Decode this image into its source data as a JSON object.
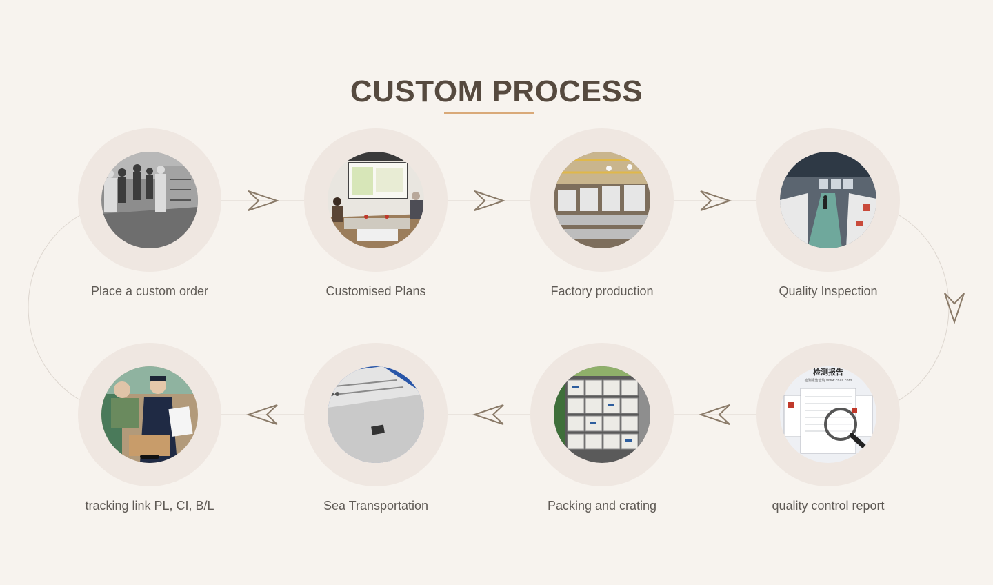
{
  "title": "CUSTOM PROCESS",
  "steps": [
    {
      "label": "Place a custom order",
      "icon": "crowd-photo-icon"
    },
    {
      "label": "Customised Plans",
      "icon": "meeting-room-photo-icon"
    },
    {
      "label": "Factory production",
      "icon": "factory-floor-photo-icon"
    },
    {
      "label": "Quality Inspection",
      "icon": "inspection-line-photo-icon"
    },
    {
      "label": "quality control report",
      "icon": "report-magnifier-photo-icon"
    },
    {
      "label": "Packing and crating",
      "icon": "stacked-boxes-photo-icon"
    },
    {
      "label": "Sea Transportation",
      "icon": "cruise-ship-photo-icon"
    },
    {
      "label": "tracking link PL, CI, B/L",
      "icon": "customs-officer-photo-icon"
    }
  ],
  "report_text": {
    "heading": "检测报告",
    "subheading": "检测报告查询 www.cnas.com"
  },
  "colors": {
    "background": "#f7f3ee",
    "title": "#564a3f",
    "accent": "#d9a978",
    "circle": "#efe7e1",
    "arrow": "#8a7a68",
    "connector": "#ddd6cf",
    "label": "#5f5a55"
  }
}
